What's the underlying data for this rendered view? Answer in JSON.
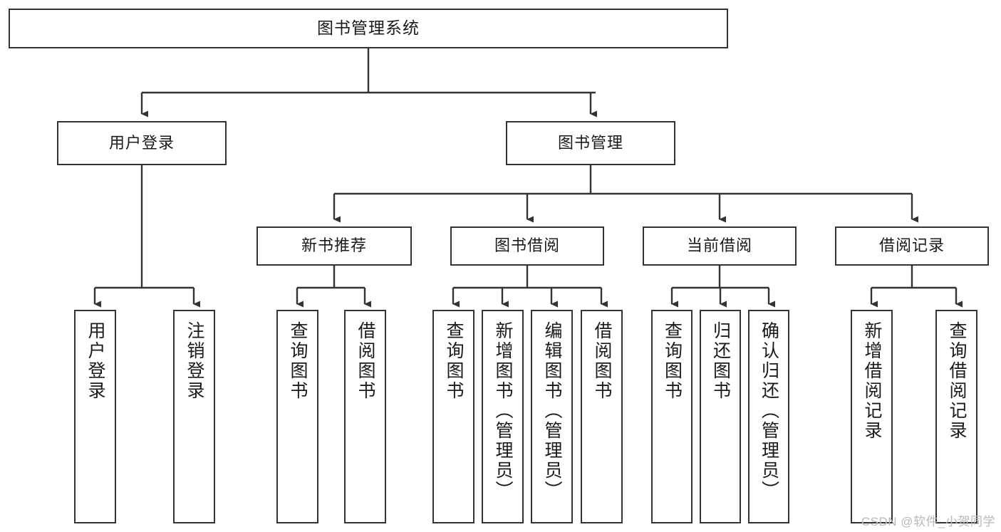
{
  "diagram": {
    "title": "图书管理系统",
    "watermark": "CSDN @软件_小贺同学",
    "line_color": "#333333",
    "box_border_color": "#333333",
    "box_fill_color": "#ffffff",
    "text_color": "#1a1a1a",
    "watermark_color": "#b9b9b9",
    "nodes": {
      "root": {
        "label": "图书管理系统"
      },
      "level1": [
        {
          "id": "user-login",
          "label": "用户登录"
        },
        {
          "id": "book-manage",
          "label": "图书管理"
        }
      ],
      "level2": [
        {
          "id": "new-book-recommend",
          "label": "新书推荐"
        },
        {
          "id": "book-borrow",
          "label": "图书借阅"
        },
        {
          "id": "current-borrow",
          "label": "当前借阅"
        },
        {
          "id": "borrow-record",
          "label": "借阅记录"
        }
      ],
      "leaves": {
        "user-login": [
          {
            "id": "leaf-user-login",
            "label": "用户登录"
          },
          {
            "id": "leaf-logout-login",
            "label": "注销登录"
          }
        ],
        "new-book-recommend": [
          {
            "id": "leaf-query-book-1",
            "label": "查询图书"
          },
          {
            "id": "leaf-borrow-book-1",
            "label": "借阅图书"
          }
        ],
        "book-borrow": [
          {
            "id": "leaf-query-book-2",
            "label": "查询图书"
          },
          {
            "id": "leaf-add-book-admin",
            "label": "新增图书（管理员）"
          },
          {
            "id": "leaf-edit-book-admin",
            "label": "编辑图书（管理员）"
          },
          {
            "id": "leaf-borrow-book-2",
            "label": "借阅图书"
          }
        ],
        "current-borrow": [
          {
            "id": "leaf-query-book-3",
            "label": "查询图书"
          },
          {
            "id": "leaf-return-book",
            "label": "归还图书"
          },
          {
            "id": "leaf-confirm-return-admin",
            "label": "确认归还（管理员）"
          }
        ],
        "borrow-record": [
          {
            "id": "leaf-add-borrow-record",
            "label": "新增借阅记录"
          },
          {
            "id": "leaf-query-borrow-record",
            "label": "查询借阅记录"
          }
        ]
      }
    }
  }
}
